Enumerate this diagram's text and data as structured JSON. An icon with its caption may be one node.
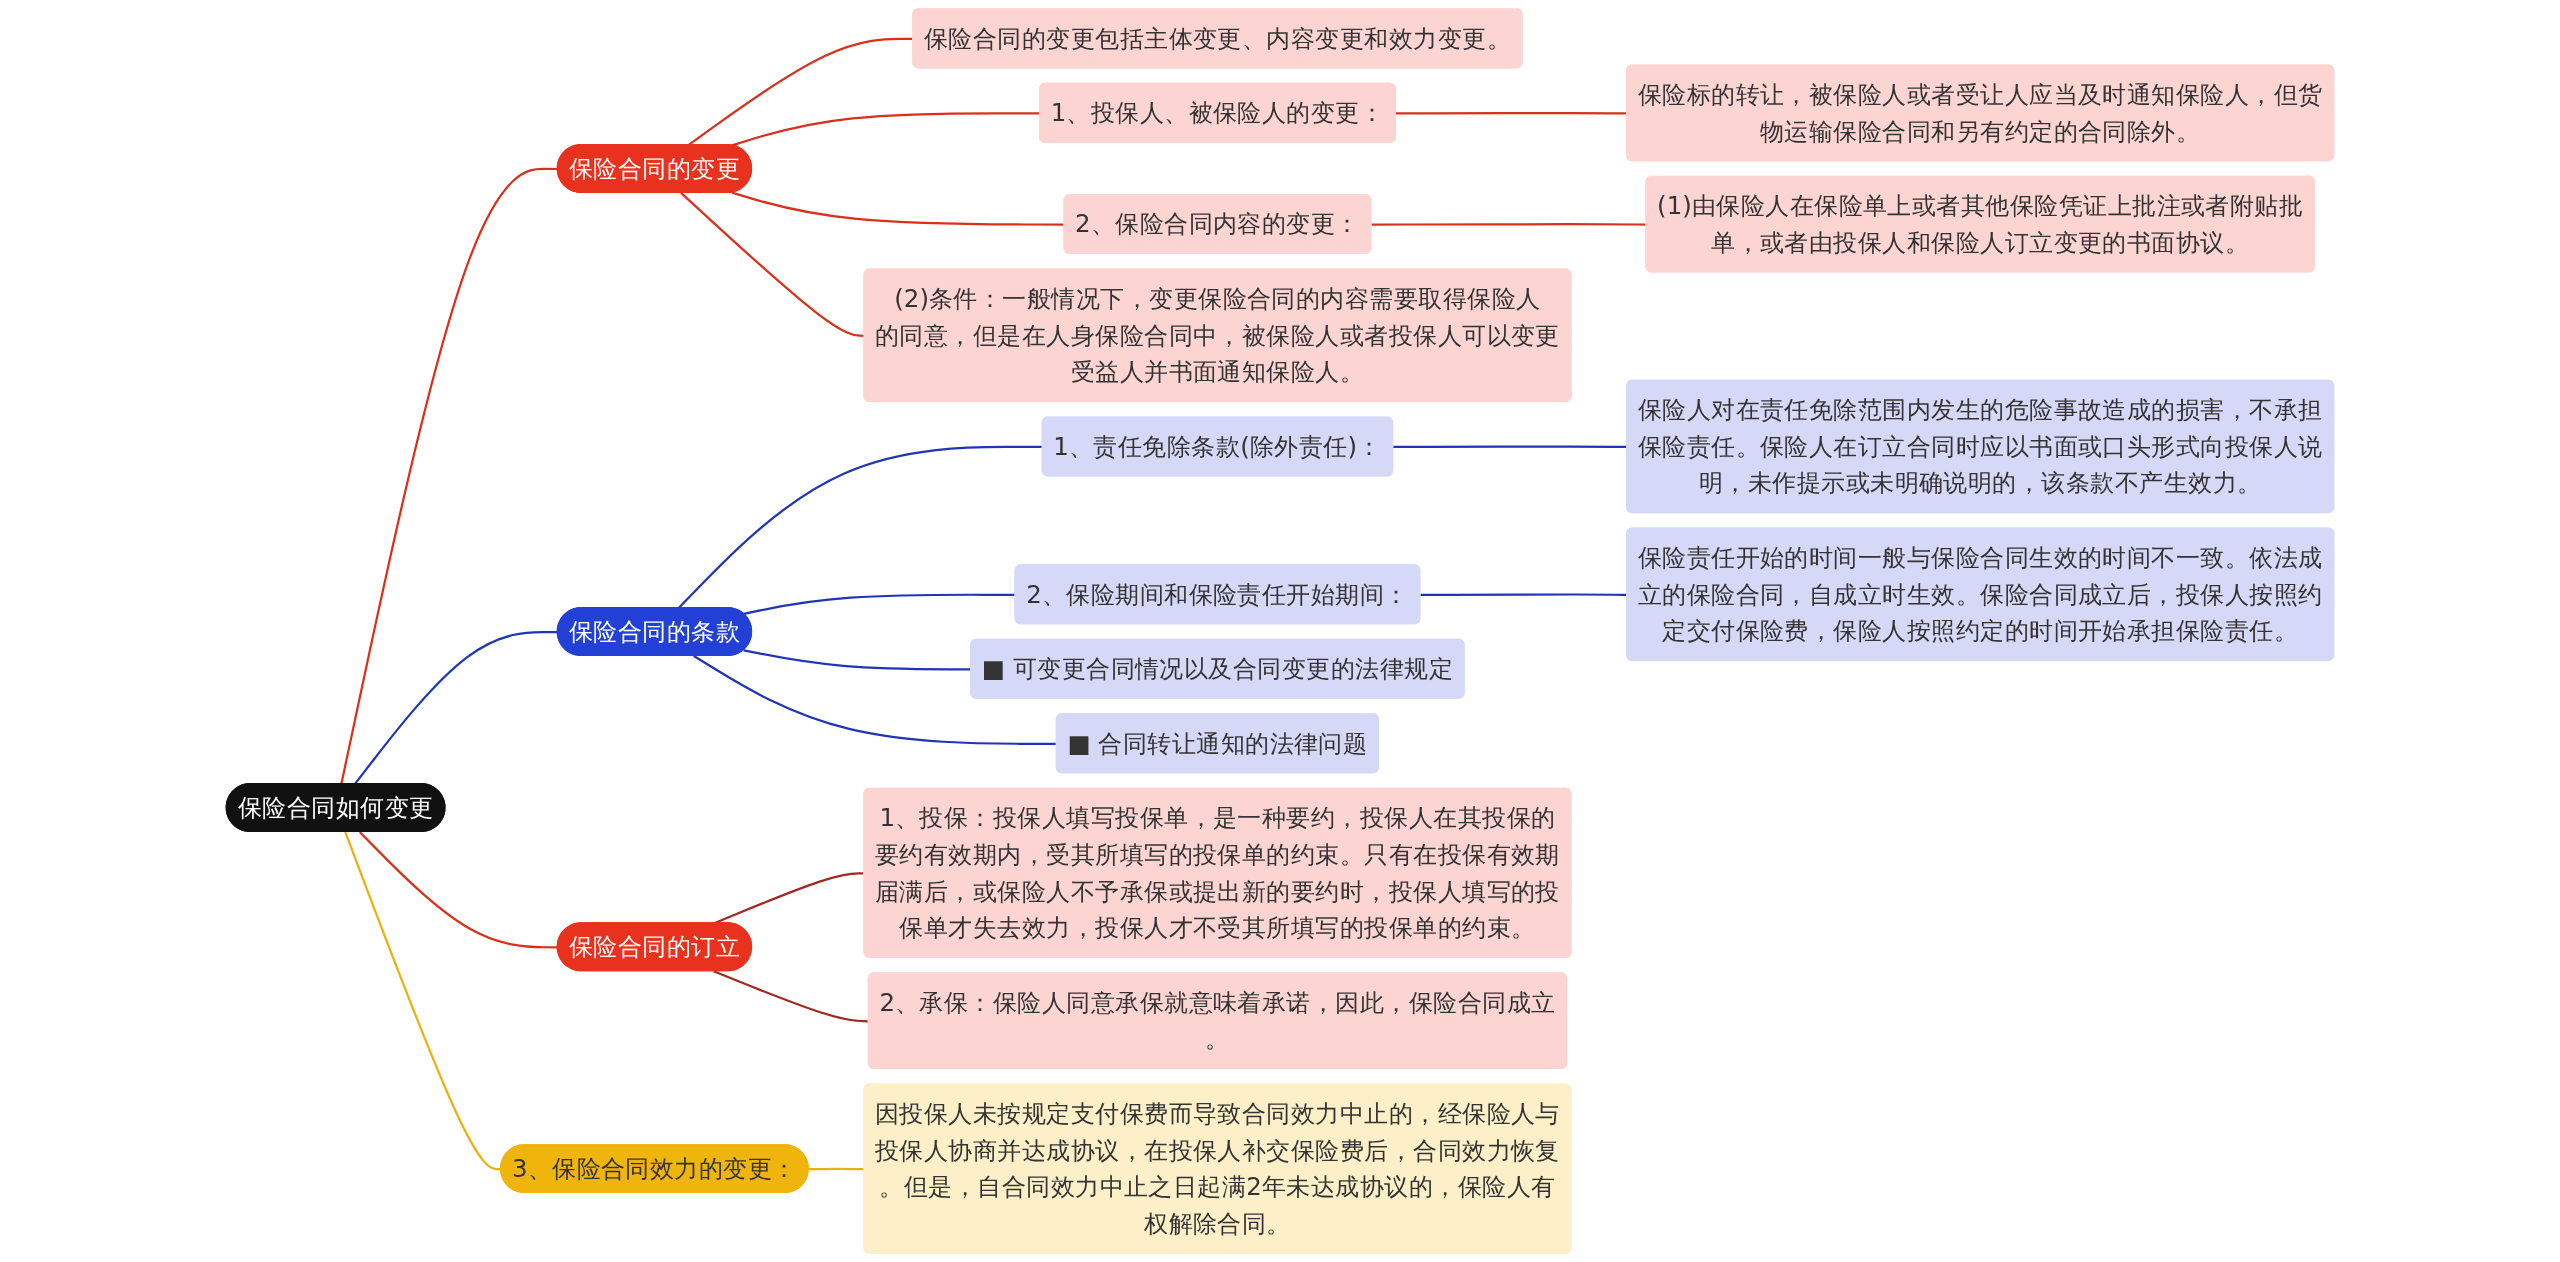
{
  "diagram": {
    "nodes": [
      {
        "text": [
          "保险合同如何变更"
        ]
      },
      {
        "text": [
          "保险合同的变更"
        ]
      },
      {
        "text": [
          "保险合同的变更包括主体变更、内容变更和效力变更。"
        ]
      },
      {
        "text": [
          "1、投保人、被保险人的变更："
        ]
      },
      {
        "text": [
          "保险标的转让，被保险人或者受让人应当及时通知保险人，但货物运输保险合同和另有约定的合同除外。"
        ]
      },
      {
        "text": [
          "2、保险合同内容的变更："
        ]
      },
      {
        "text": [
          "(1)由保险人在保险单上或者其他保险凭证上批注或者附贴批单，或者由投保人和保险人订立变更的书面协议。"
        ]
      },
      {
        "text": [
          "(2)条件：一般情况下，变更保险合同的内容需要取得保险人的同意，但是在人身保险合同中，被保险人或者投保人可以变更受益人并书面通知保险人。"
        ]
      },
      {
        "text": [
          "保险合同的条款"
        ]
      },
      {
        "text": [
          "1、责任免除条款(除外责任)："
        ]
      },
      {
        "text": [
          "保险人对在责任免除范围内发生的危险事故造成的损害，不承担保险责任。保险人在订立合同时应以书面或口头形式向投保人说明，未作提示或未明确说明的，该条款不产生效力。"
        ]
      },
      {
        "text": [
          "2、保险期间和保险责任开始期间："
        ]
      },
      {
        "text": [
          "保险责任开始的时间一般与保险合同生效的时间不一致。依法成立的保险合同，自成立时生效。保险合同成立后，投保人按照约定交付保险费，保险人按照约定的时间开始承担保险责任。"
        ]
      },
      {
        "text": [
          "■ 可变更合同情况以及合同变更的法律规定"
        ]
      },
      {
        "text": [
          "■ 合同转让通知的法律问题"
        ]
      },
      {
        "text": [
          "保险合同的订立"
        ]
      },
      {
        "text": [
          "1、投保：投保人填写投保单，是一种要约，投保人在其投保的要约有效期内，受其所填写的投保单的约束。只有在投保有效期届满后，或保险人不予承保或提出新的要约时，投保人填写的投保单才失去效力，投保人才不受其所填写的投保单的约束。"
        ]
      },
      {
        "text": [
          "2、承保：保险人同意承保就意味着承诺，因此，保险合同成立。"
        ]
      },
      {
        "text": [
          "3、保险合同效力的变更："
        ]
      },
      {
        "text": [
          "因投保人未按规定支付保费而导致合同效力中止的，经保险人与投保人协商并达成协议，在投保人补交保险费后，合同效力恢复。但是，自合同效力中止之日起满2年未达成协议的，保险人有权解除合同。"
        ]
      }
    ],
    "edges": [
      {
        "from": 0,
        "to": 1,
        "arrow": "none",
        "color": "#d9301c"
      },
      {
        "from": 1,
        "to": 2,
        "arrow": "none",
        "color": "#d9301c"
      },
      {
        "from": 1,
        "to": 3,
        "arrow": "none",
        "color": "#d9301c"
      },
      {
        "from": 3,
        "to": 4,
        "arrow": "none",
        "color": "#d9301c"
      },
      {
        "from": 1,
        "to": 5,
        "arrow": "none",
        "color": "#d9301c"
      },
      {
        "from": 5,
        "to": 6,
        "arrow": "none",
        "color": "#d9301c"
      },
      {
        "from": 1,
        "to": 7,
        "arrow": "none",
        "color": "#d9301c"
      },
      {
        "from": 0,
        "to": 8,
        "arrow": "none",
        "color": "#1f35b5"
      },
      {
        "from": 8,
        "to": 9,
        "arrow": "none",
        "color": "#1f35b5"
      },
      {
        "from": 9,
        "to": 10,
        "arrow": "none",
        "color": "#1f35b5"
      },
      {
        "from": 8,
        "to": 11,
        "arrow": "none",
        "color": "#1f35b5"
      },
      {
        "from": 11,
        "to": 12,
        "arrow": "none",
        "color": "#1f35b5"
      },
      {
        "from": 8,
        "to": 13,
        "arrow": "none",
        "color": "#1f35b5"
      },
      {
        "from": 8,
        "to": 14,
        "arrow": "none",
        "color": "#1f35b5"
      },
      {
        "from": 0,
        "to": 15,
        "arrow": "none",
        "color": "#d9301c"
      },
      {
        "from": 15,
        "to": 16,
        "arrow": "none",
        "color": "#a02a22"
      },
      {
        "from": 15,
        "to": 17,
        "arrow": "none",
        "color": "#a02a22"
      },
      {
        "from": 0,
        "to": 18,
        "arrow": "none",
        "color": "#e8b10e"
      },
      {
        "from": 18,
        "to": 19,
        "arrow": "none",
        "color": "#e8b10e"
      }
    ]
  }
}
